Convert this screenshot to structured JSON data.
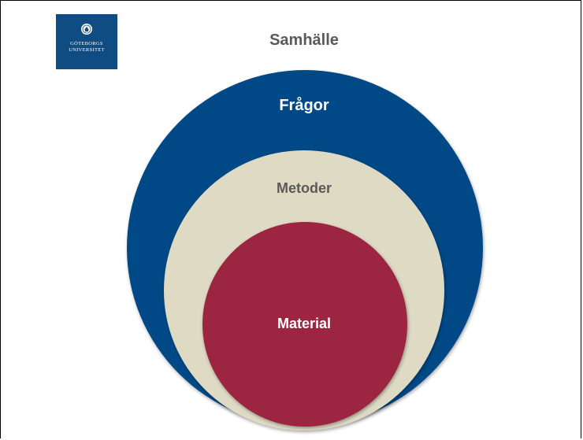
{
  "slide": {
    "title": "Samhälle"
  },
  "logo": {
    "line1": "GÖTEBORGS",
    "line2": "UNIVERSITET",
    "emblem_icon": "seal-icon",
    "background": "#0f4c81"
  },
  "diagram": {
    "outer": {
      "label": "Frågor",
      "color": "#004a86"
    },
    "middle": {
      "label": "Metoder",
      "color": "#dedac4"
    },
    "inner": {
      "label": "Material",
      "color": "#9c2543"
    }
  }
}
